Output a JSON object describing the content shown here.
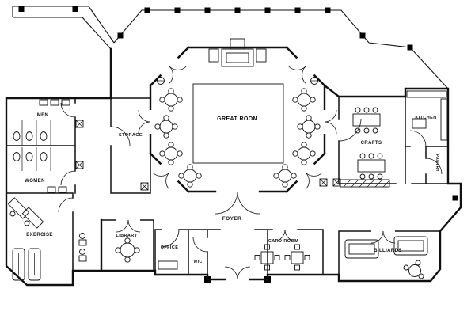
{
  "rooms": {
    "great_room": "GREAT ROOM",
    "men": "MEN",
    "women": "WOMEN",
    "storage": "STORAGE",
    "exercise": "EXERCISE",
    "foyer": "FOYER",
    "library": "LIBRARY",
    "office": "OFFICE",
    "wic": "WIC",
    "card_room": "CARD ROOM",
    "billiards": "BILLIARDS",
    "crafts": "CRAFTS",
    "kitchen": "KITCHEN",
    "pantry": "PANTRY"
  },
  "colors": {
    "line": "#111111",
    "background": "#ffffff",
    "column": "#000000"
  }
}
